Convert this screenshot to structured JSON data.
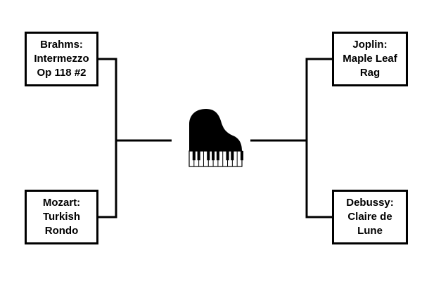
{
  "pieces": {
    "brahms": "Brahms:\nIntermezzo\nOp 118 #2",
    "mozart": "Mozart:\nTurkish\nRondo",
    "joplin": "Joplin:\nMaple Leaf\nRag",
    "debussy": "Debussy:\nClaire de\nLune"
  },
  "center_icon": "grand-piano-icon",
  "colors": {
    "line": "#000000",
    "box_border": "#000000",
    "background": "#ffffff"
  }
}
